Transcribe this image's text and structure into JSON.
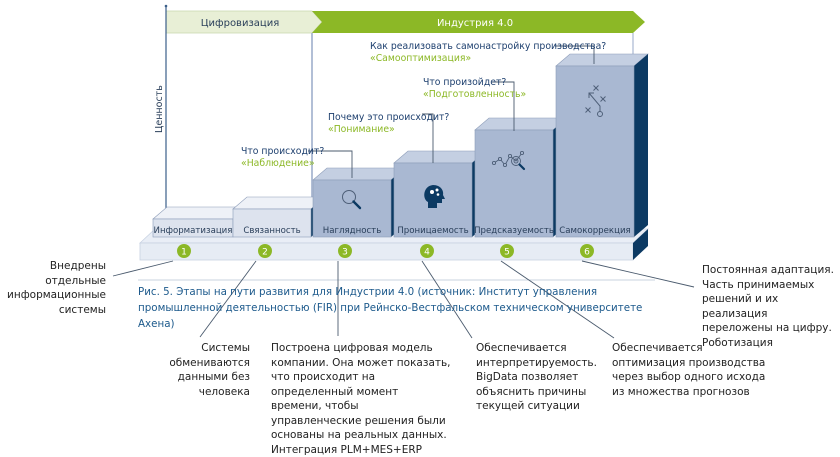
{
  "header": {
    "phase_digitalization": "Цифровизация",
    "phase_industry40": "Индустрия 4.0"
  },
  "axis": {
    "ylabel": "Ценность"
  },
  "colors": {
    "digital_band": "#e8efd6",
    "industry_band": "#8cb826",
    "box_front": "#a9b8d2",
    "box_top": "#c4cfe2",
    "box_side": "#0c3a63",
    "badge": "#8cb826",
    "question_text": "#1d3f6e",
    "answer_text": "#8cb826",
    "caption_text": "#1d5a8c"
  },
  "stages": [
    {
      "num": "1",
      "label": "Информатизация",
      "icon": "none"
    },
    {
      "num": "2",
      "label": "Связанность",
      "icon": "none"
    },
    {
      "num": "3",
      "label": "Наглядность",
      "icon": "magnifier-icon",
      "question": "Что происходит?",
      "answer": "«Наблюдение»"
    },
    {
      "num": "4",
      "label": "Проницаемость",
      "icon": "head-brain-icon",
      "question": "Почему это происходит?",
      "answer": "«Понимание»"
    },
    {
      "num": "5",
      "label": "Предсказуемость",
      "icon": "analytics-icon",
      "question": "Что произойдет?",
      "answer": "«Подготовленность»"
    },
    {
      "num": "6",
      "label": "Самокоррекция",
      "icon": "strategy-icon",
      "question": "Как реализовать самонастройку производства?",
      "answer": "«Самооптимизация»"
    }
  ],
  "caption": "Рис. 5. Этапы на пути развития для Индустрии 4.0 (источник: Институт управления промышленной деятельностью (FIR) при Рейнско-Вестфальском техническом университете Ахена)",
  "notes": [
    "Внедрены отдельные информационные системы",
    "Системы обмениваются данными без человека",
    "Построена цифровая модель компании. Она может показать, что происходит на определенный момент времени, чтобы управленческие решения были основаны на реальных данных. Интеграция PLM+MES+ERP",
    "Обеспечивается интерпретируемость. BigData позволяет объяснить причины текущей ситуации",
    "Обеспечивается оптимизация производства через выбор одного исхода из множества прогнозов",
    "Постоянная адаптация. Часть принимаемых решений и их реализация переложены на цифру. Роботизация"
  ]
}
